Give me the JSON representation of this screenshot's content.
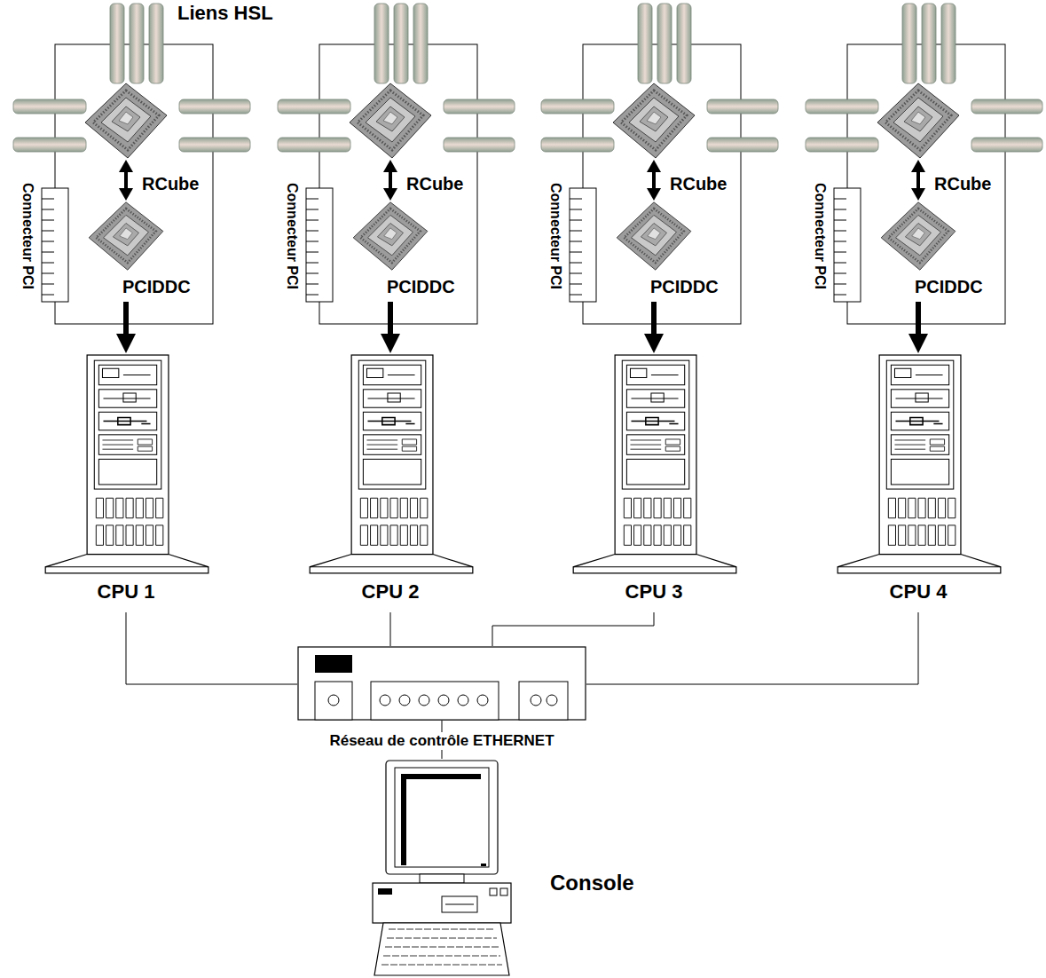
{
  "diagram": {
    "nodes": [
      {
        "text": [
          "RCube"
        ]
      },
      {
        "text": [
          "PCIDDC"
        ]
      },
      {
        "text": [
          "CPU 1"
        ]
      },
      {
        "text": [
          "RCube"
        ]
      },
      {
        "text": [
          "PCIDDC"
        ]
      },
      {
        "text": [
          "CPU 2"
        ]
      },
      {
        "text": [
          "RCube"
        ]
      },
      {
        "text": [
          "PCIDDC"
        ]
      },
      {
        "text": [
          "CPU 3"
        ]
      },
      {
        "text": [
          "RCube"
        ]
      },
      {
        "text": [
          "PCIDDC"
        ]
      },
      {
        "text": [
          "CPU 4"
        ]
      },
      {
        "text": [
          "Réseau de contrôle ETHERNET"
        ]
      },
      {
        "text": [
          "Console"
        ]
      }
    ],
    "edges": [
      {
        "from": 0,
        "to": 1,
        "arrow": "both"
      },
      {
        "from": 1,
        "to": 2,
        "arrow": "to"
      },
      {
        "from": 3,
        "to": 4,
        "arrow": "both"
      },
      {
        "from": 4,
        "to": 5,
        "arrow": "to"
      },
      {
        "from": 6,
        "to": 7,
        "arrow": "both"
      },
      {
        "from": 7,
        "to": 8,
        "arrow": "to"
      },
      {
        "from": 9,
        "to": 10,
        "arrow": "both"
      },
      {
        "from": 10,
        "to": 11,
        "arrow": "to"
      },
      {
        "from": 2,
        "to": 12,
        "arrow": "none"
      },
      {
        "from": 5,
        "to": 12,
        "arrow": "none"
      },
      {
        "from": 8,
        "to": 12,
        "arrow": "none"
      },
      {
        "from": 11,
        "to": 12,
        "arrow": "none"
      },
      {
        "from": 12,
        "to": 13,
        "arrow": "none"
      }
    ],
    "labels": [
      "Liens HSL",
      "Connecteur PCI",
      "Connecteur PCI",
      "Connecteur PCI",
      "Connecteur PCI"
    ]
  }
}
